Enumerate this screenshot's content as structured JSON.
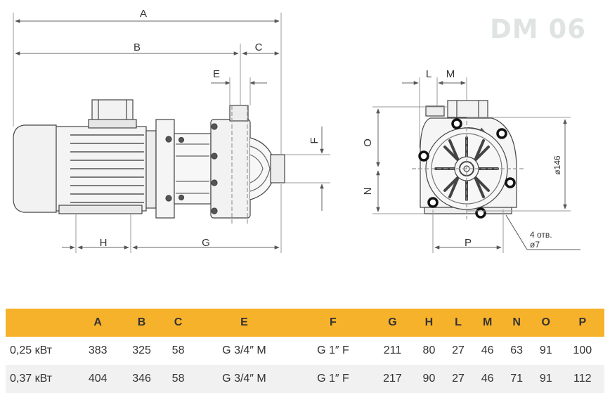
{
  "model": "DM 06",
  "dimensions": {
    "A": "A",
    "B": "B",
    "C": "C",
    "E": "E",
    "F": "F",
    "G": "G",
    "H": "H",
    "L": "L",
    "M": "M",
    "N": "N",
    "O": "O",
    "P": "P",
    "diameter": "ø146",
    "holes_line1": "4 отв.",
    "holes_line2": "ø7"
  },
  "table": {
    "headers": [
      "",
      "A",
      "B",
      "C",
      "E",
      "F",
      "G",
      "H",
      "L",
      "M",
      "N",
      "O",
      "P"
    ],
    "rows": [
      [
        "0,25 кВт",
        "383",
        "325",
        "58",
        "G 3/4″ M",
        "G 1″ F",
        "211",
        "80",
        "27",
        "46",
        "63",
        "91",
        "100"
      ],
      [
        "0,37 кВт",
        "404",
        "346",
        "58",
        "G 3/4″ M",
        "G 1″ F",
        "217",
        "90",
        "27",
        "46",
        "71",
        "91",
        "112"
      ]
    ]
  },
  "colors": {
    "header_bg": "#f7b22b",
    "stripe_bg": "#f1f1f1",
    "model_text": "#dfe4e2"
  }
}
